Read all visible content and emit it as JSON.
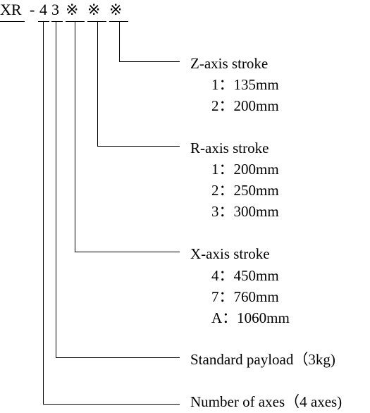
{
  "model_code": {
    "prefix": "XR",
    "dash": "-",
    "axes_digit": "4",
    "payload_digit": "3",
    "z_placeholder": "※",
    "r_placeholder": "※",
    "x_placeholder": "※"
  },
  "groups": {
    "z_axis": {
      "title": "Z-axis stroke",
      "options": [
        "1：135mm",
        "2：200mm"
      ]
    },
    "r_axis": {
      "title": "R-axis stroke",
      "options": [
        "1：200mm",
        "2：250mm",
        "3：300mm"
      ]
    },
    "x_axis": {
      "title": "X-axis stroke",
      "options": [
        "4：450mm",
        "7：760mm",
        "A：1060mm"
      ]
    },
    "payload": {
      "title": "Standard payload（3kg)"
    },
    "axes": {
      "title": "Number of axes（4 axes)"
    }
  }
}
